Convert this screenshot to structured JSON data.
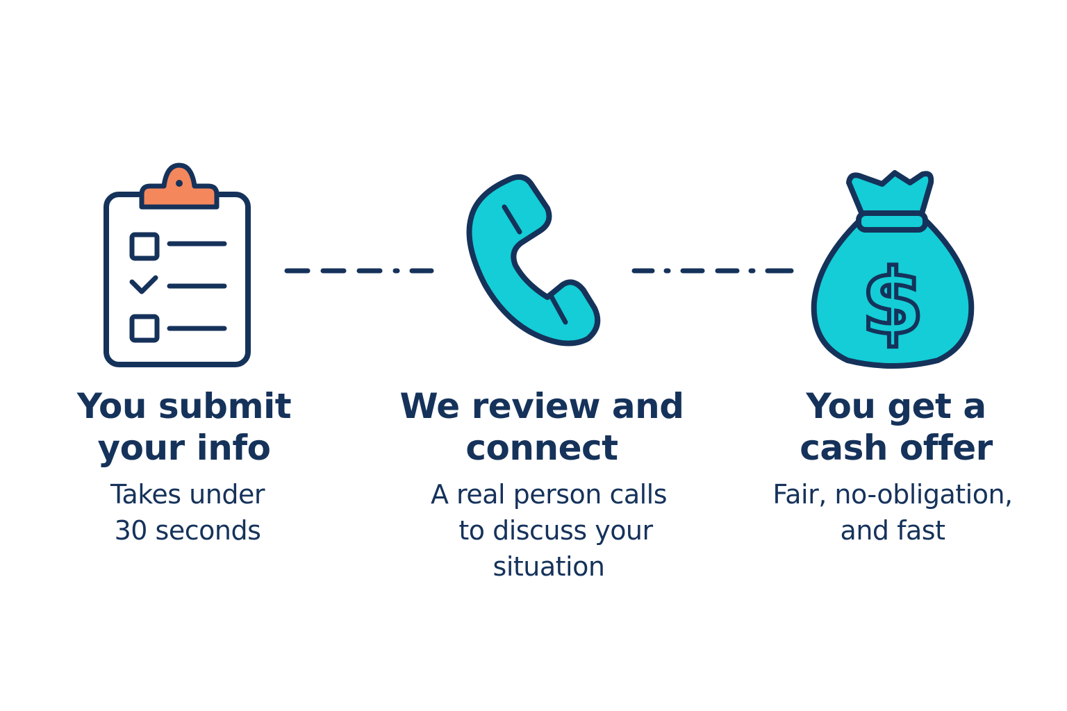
{
  "colors": {
    "navy": "#15325a",
    "teal": "#14cdd6",
    "orange": "#f5875c",
    "background": "#ffffff"
  },
  "steps": [
    {
      "icon": "clipboard-checklist-icon",
      "title_line1": "You submit",
      "title_line2": "your info",
      "desc_line1": "Takes under",
      "desc_line2": "30 seconds"
    },
    {
      "icon": "phone-handset-icon",
      "title_line1": "We review and",
      "title_line2": "connect",
      "desc_line1": "A real person calls",
      "desc_line2": "to discuss your",
      "desc_line3": "situation"
    },
    {
      "icon": "money-bag-icon",
      "title_line1": "You get a",
      "title_line2": "cash offer",
      "desc_line1": "Fair, no-obligation,",
      "desc_line2": "and fast"
    }
  ],
  "connectors": [
    "dash-dot-connector",
    "dash-dot-connector"
  ]
}
